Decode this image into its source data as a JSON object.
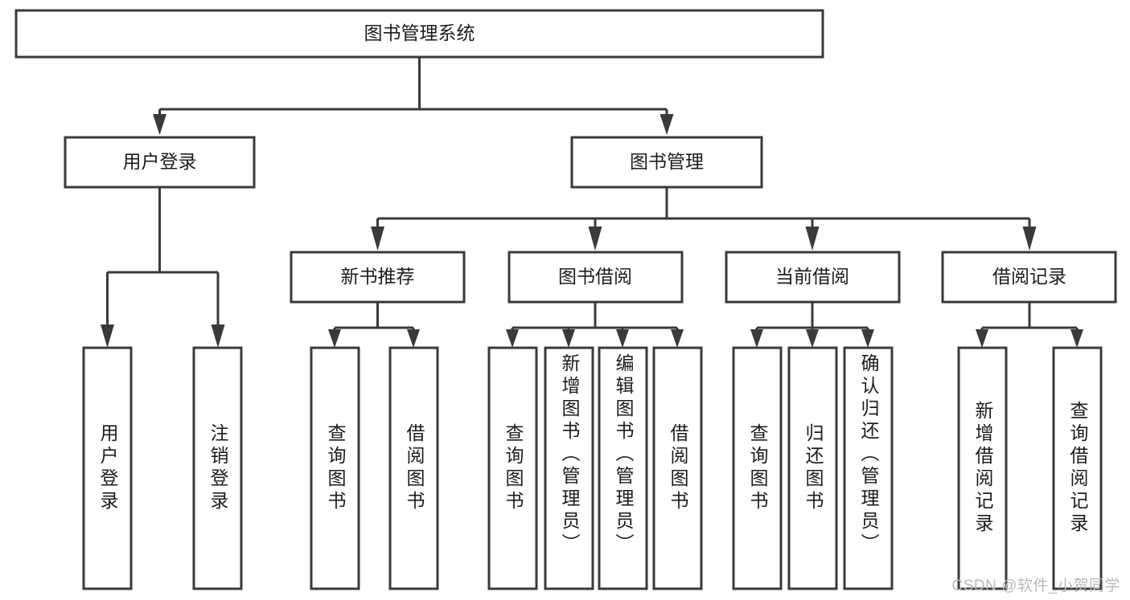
{
  "diagram": {
    "title": "图书管理系统",
    "type": "tree",
    "watermark": "CSDN @软件_小贺同学",
    "colors": {
      "box_stroke": "#3a3a3a",
      "box_fill": "#ffffff",
      "connector": "#3a3a3a",
      "text": "#1c1c1c",
      "watermark": "#b9b9b9",
      "background": "#ffffff"
    },
    "root": {
      "label": "图书管理系统"
    },
    "level2": [
      {
        "label": "用户登录"
      },
      {
        "label": "图书管理"
      }
    ],
    "level3": [
      {
        "label": "新书推荐"
      },
      {
        "label": "图书借阅"
      },
      {
        "label": "当前借阅"
      },
      {
        "label": "借阅记录"
      }
    ],
    "leaves": {
      "user_login": [
        {
          "label": "用户登录"
        },
        {
          "label": "注销登录"
        }
      ],
      "new_book_recommend": [
        {
          "label": "查询图书"
        },
        {
          "label": "借阅图书"
        }
      ],
      "book_borrow": [
        {
          "label": "查询图书"
        },
        {
          "label": "新增图书（管理员）"
        },
        {
          "label": "编辑图书（管理员）"
        },
        {
          "label": "借阅图书"
        }
      ],
      "current_borrow": [
        {
          "label": "查询图书"
        },
        {
          "label": "归还图书"
        },
        {
          "label": "确认归还（管理员）"
        }
      ],
      "borrow_record": [
        {
          "label": "新增借阅记录"
        },
        {
          "label": "查询借阅记录"
        }
      ]
    }
  }
}
